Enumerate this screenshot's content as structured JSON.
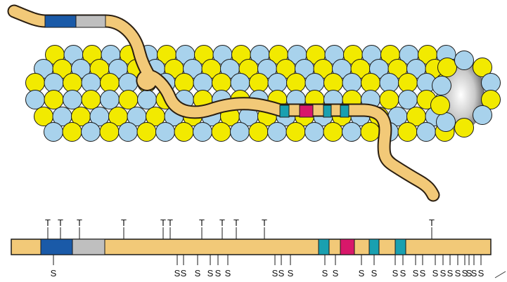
{
  "colors": {
    "tube_yellow": "#f2ea00",
    "tube_blue": "#a8d2ec",
    "strand": "#f2c978",
    "dark_blue": "#1a5aa8",
    "gray": "#bfbfbf",
    "teal": "#1aa0b0",
    "magenta": "#d8176a"
  },
  "bar": {
    "top_labels": [
      "T",
      "T",
      "T",
      "T",
      "T",
      "T",
      "T",
      "T",
      "T",
      "T",
      "T"
    ],
    "bottom_labels": [
      "S",
      "S",
      "S",
      "S",
      "S",
      "S",
      "S",
      "S",
      "S",
      "S",
      "S",
      "S",
      "S",
      "S",
      "S",
      "S",
      "S",
      "S",
      "S",
      "S",
      "S",
      "S",
      "S",
      "S",
      "S",
      "S"
    ]
  }
}
